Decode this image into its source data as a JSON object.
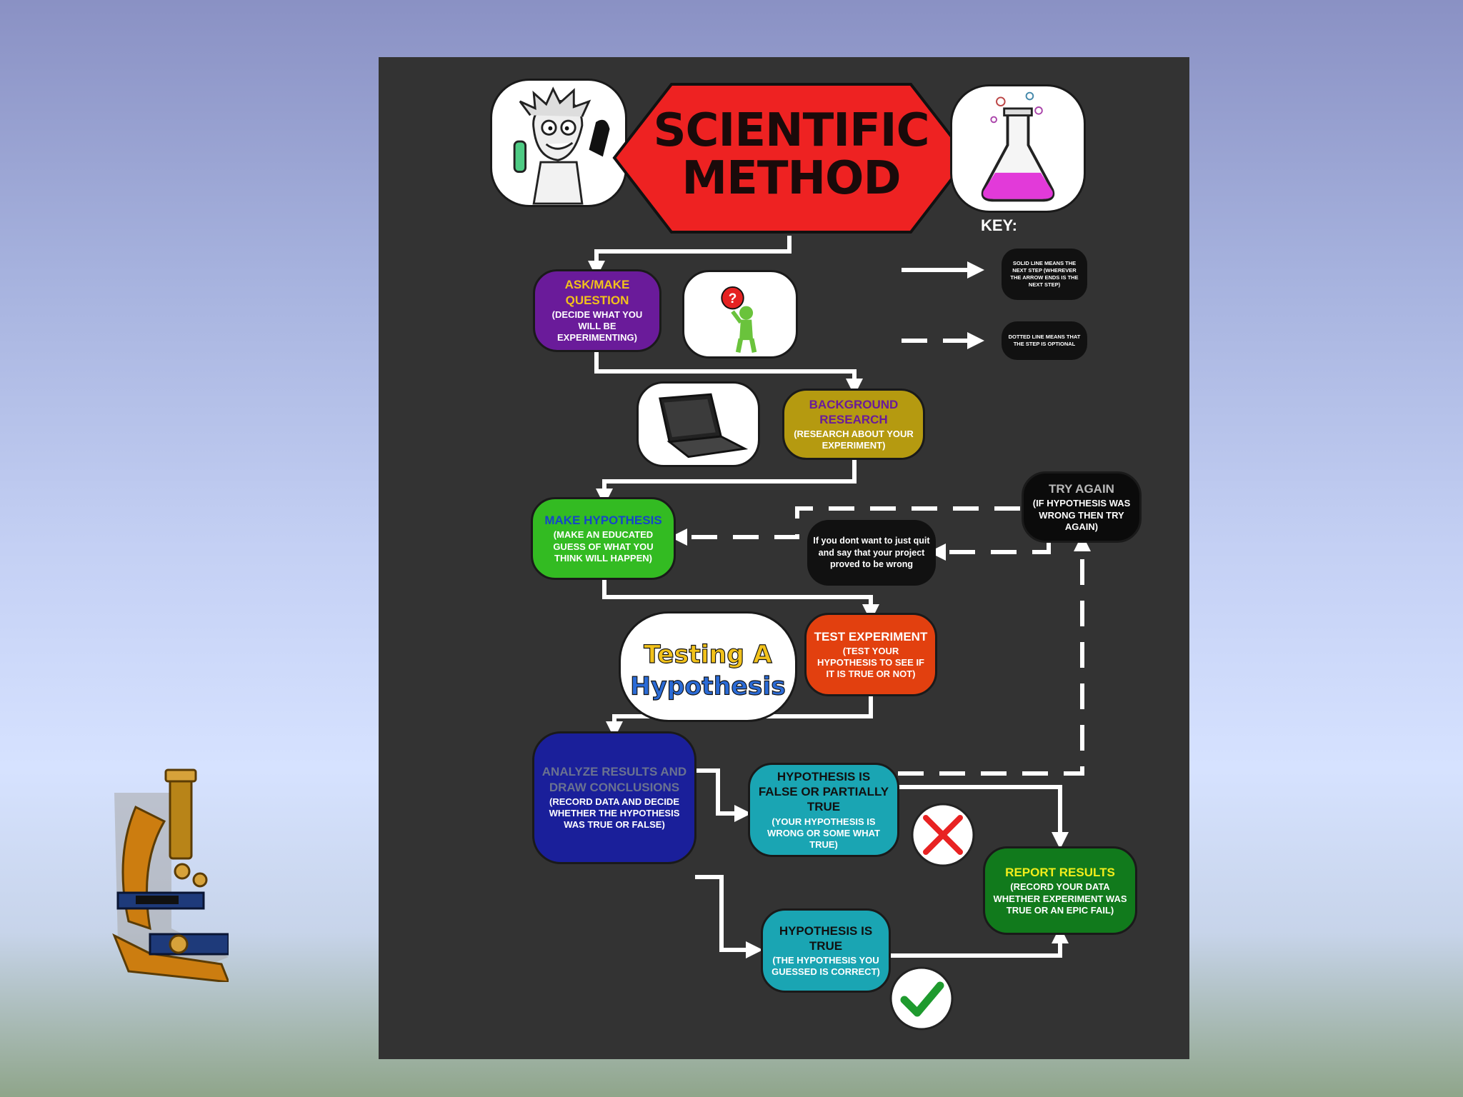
{
  "title": {
    "line1": "SCIENTIFIC",
    "line2": "METHOD"
  },
  "key": {
    "label": "KEY:",
    "solid": "SOLID LINE MEANS THE NEXT STEP (WHEREVER THE ARROW ENDS IS THE NEXT STEP)",
    "dotted": "DOTTED LINE MEANS THAT THE STEP IS OPTIONAL"
  },
  "steps": {
    "ask": {
      "title": "ASK/MAKE QUESTION",
      "sub": "(DECIDE WHAT YOU WILL BE EXPERIMENTING)"
    },
    "research": {
      "title": "BACKGROUND RESEARCH",
      "sub": "(RESEARCH ABOUT YOUR EXPERIMENT)"
    },
    "hypothesis": {
      "title": "MAKE HYPOTHESIS",
      "sub": "(MAKE AN EDUCATED GUESS OF WHAT YOU THINK WILL HAPPEN)"
    },
    "try_again": {
      "title": "TRY AGAIN",
      "sub": "(IF HYPOTHESIS WAS WRONG THEN TRY AGAIN)"
    },
    "quit_note": "If you dont want to just quit and say that your project proved to be wrong",
    "test": {
      "title": "TEST EXPERIMENT",
      "sub": "(TEST YOUR HYPOTHESIS TO SEE IF IT IS TRUE OR NOT)"
    },
    "analyze": {
      "title": "ANALYZE RESULTS AND DRAW CONCLUSIONS",
      "sub": "(RECORD DATA AND DECIDE WHETHER THE HYPOTHESIS WAS TRUE OR FALSE)"
    },
    "false": {
      "title": "HYPOTHESIS IS FALSE OR PARTIALLY TRUE",
      "sub": "(YOUR HYPOTHESIS IS WRONG OR SOME WHAT TRUE)"
    },
    "true": {
      "title": "HYPOTHESIS IS TRUE",
      "sub": "(THE HYPOTHESIS YOU GUESSED IS CORRECT)"
    },
    "report": {
      "title": "REPORT RESULTS",
      "sub": "(RECORD YOUR DATA WHETHER EXPERIMENT WAS TRUE OR AN EPIC FAIL)"
    }
  },
  "testing_art": {
    "line1": "Testing A",
    "line2": "Hypothesis"
  },
  "icons": {
    "scientist": "mad-scientist-icon",
    "flask": "flask-icon",
    "question_person": "question-person-icon",
    "laptop": "laptop-icon",
    "wrong": "red-x-icon",
    "correct": "green-check-icon",
    "microscope": "microscope-icon"
  },
  "colors": {
    "title_hex": "#ee2222",
    "ask": "#6a1b9a",
    "research": "#b59a10",
    "hypothesis": "#33bb22",
    "test": "#e2400f",
    "analyze": "#1a1f9a",
    "false": "#1aa5b3",
    "true": "#1aa5b3",
    "report": "#117a1c"
  }
}
